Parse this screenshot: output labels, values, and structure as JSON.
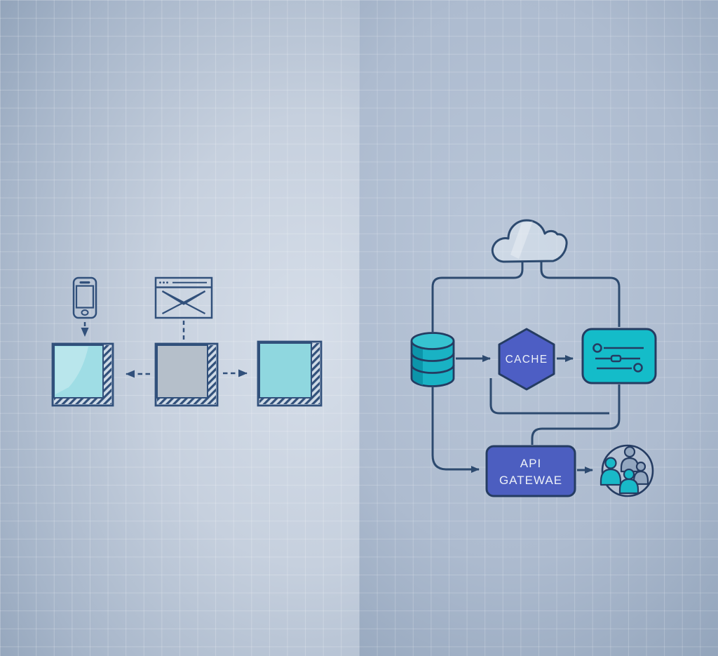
{
  "left_sketch": {
    "icons": [
      "smartphone-icon",
      "browser-envelope-icon"
    ],
    "boxes": [
      {
        "id": "sketch-box-1",
        "fill": "#9fdde5"
      },
      {
        "id": "sketch-box-2",
        "fill": "#b5bfca"
      },
      {
        "id": "sketch-box-3",
        "fill": "#8fd7df"
      }
    ]
  },
  "right_diagram": {
    "icons": [
      "cloud-icon",
      "database-icon",
      "sliders-icon",
      "users-icon"
    ],
    "cache": {
      "label": "CACHE",
      "fill": "#4d5ec4"
    },
    "api_gateway": {
      "line1": "API",
      "line2": "GATEWAE",
      "fill": "#4c5ec0"
    },
    "panel_fill": "#14bcc9",
    "database": {
      "body_fill": "#19b2c4",
      "top_fill": "#36c3d1",
      "shade_fill": "#0b8fa6"
    }
  },
  "colors": {
    "stroke_navy": "#2d4a6f",
    "stroke_dark": "#253c62",
    "teal": "#19b9c8",
    "person_gray": "#93a7c0"
  }
}
